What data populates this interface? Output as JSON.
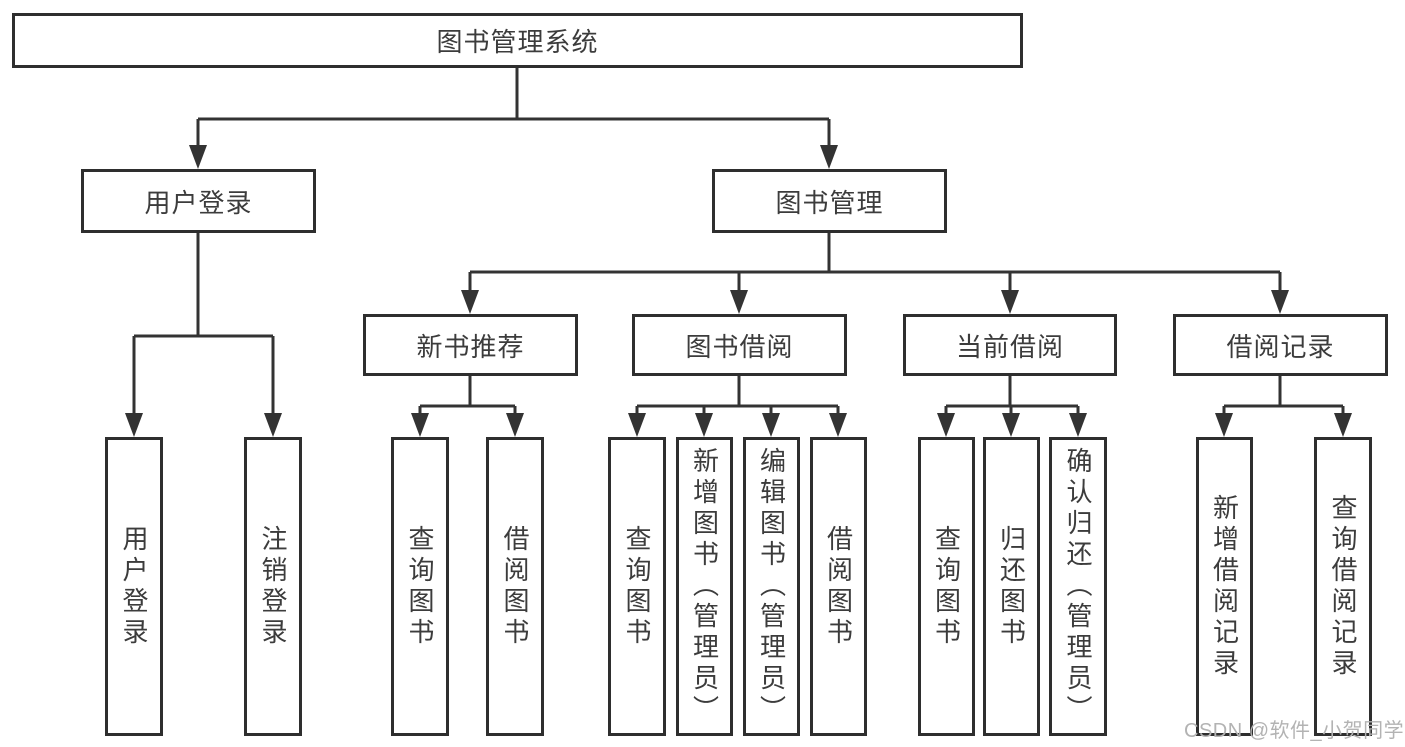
{
  "diagram": {
    "root": {
      "label": "图书管理系统"
    },
    "branches": [
      {
        "label": "用户登录",
        "children": [
          {
            "label": "用户登录"
          },
          {
            "label": "注销登录"
          }
        ]
      },
      {
        "label": "图书管理",
        "children": [
          {
            "label": "新书推荐",
            "children": [
              {
                "label": "查询图书"
              },
              {
                "label": "借阅图书"
              }
            ]
          },
          {
            "label": "图书借阅",
            "children": [
              {
                "label": "查询图书"
              },
              {
                "label": "新增图书（管理员）"
              },
              {
                "label": "编辑图书（管理员）"
              },
              {
                "label": "借阅图书"
              }
            ]
          },
          {
            "label": "当前借阅",
            "children": [
              {
                "label": "查询图书"
              },
              {
                "label": "归还图书"
              },
              {
                "label": "确认归还（管理员）"
              }
            ]
          },
          {
            "label": "借阅记录",
            "children": [
              {
                "label": "新增借阅记录"
              },
              {
                "label": "查询借阅记录"
              }
            ]
          }
        ]
      }
    ]
  },
  "watermark": {
    "text": "CSDN @软件_小贺同学"
  },
  "colors": {
    "line": "#333333",
    "box_border": "#2e2e2e",
    "text": "#3c3c3c",
    "watermark": "#b3b3b3",
    "background": "#ffffff"
  }
}
